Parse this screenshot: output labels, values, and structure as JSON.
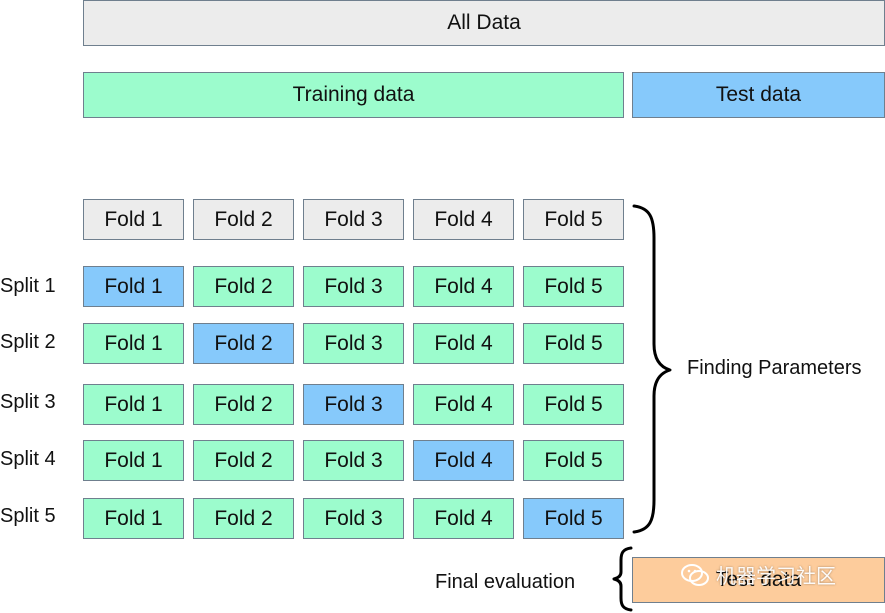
{
  "all_data": {
    "label": "All Data",
    "color": "#ececec"
  },
  "training_data": {
    "label": "Training data",
    "color": "#9cfccd"
  },
  "test_data": {
    "label": "Test data",
    "color": "#86c9fb"
  },
  "header_folds": {
    "color": "#ececec",
    "labels": [
      "Fold 1",
      "Fold 2",
      "Fold 3",
      "Fold 4",
      "Fold 5"
    ]
  },
  "splits": [
    {
      "label": "Split 1",
      "folds": [
        "Fold 1",
        "Fold 2",
        "Fold 3",
        "Fold 4",
        "Fold 5"
      ],
      "validation_fold": 1
    },
    {
      "label": "Split 2",
      "folds": [
        "Fold 1",
        "Fold 2",
        "Fold 3",
        "Fold 4",
        "Fold 5"
      ],
      "validation_fold": 2
    },
    {
      "label": "Split 3",
      "folds": [
        "Fold 1",
        "Fold 2",
        "Fold 3",
        "Fold 4",
        "Fold 5"
      ],
      "validation_fold": 3
    },
    {
      "label": "Split 4",
      "folds": [
        "Fold 1",
        "Fold 2",
        "Fold 3",
        "Fold 4",
        "Fold 5"
      ],
      "validation_fold": 4
    },
    {
      "label": "Split 5",
      "folds": [
        "Fold 1",
        "Fold 2",
        "Fold 3",
        "Fold 4",
        "Fold 5"
      ],
      "validation_fold": 5
    }
  ],
  "colors": {
    "train_fold": "#9cfccd",
    "validation_fold": "#86c9fb",
    "final_test": "#fdcc9c"
  },
  "finding_parameters": {
    "label": "Finding Parameters"
  },
  "final_evaluation": {
    "label": "Final evaluation",
    "test_label": "Test data"
  },
  "watermark": {
    "icon": "wechat-icon",
    "text": "机器学习社区"
  }
}
